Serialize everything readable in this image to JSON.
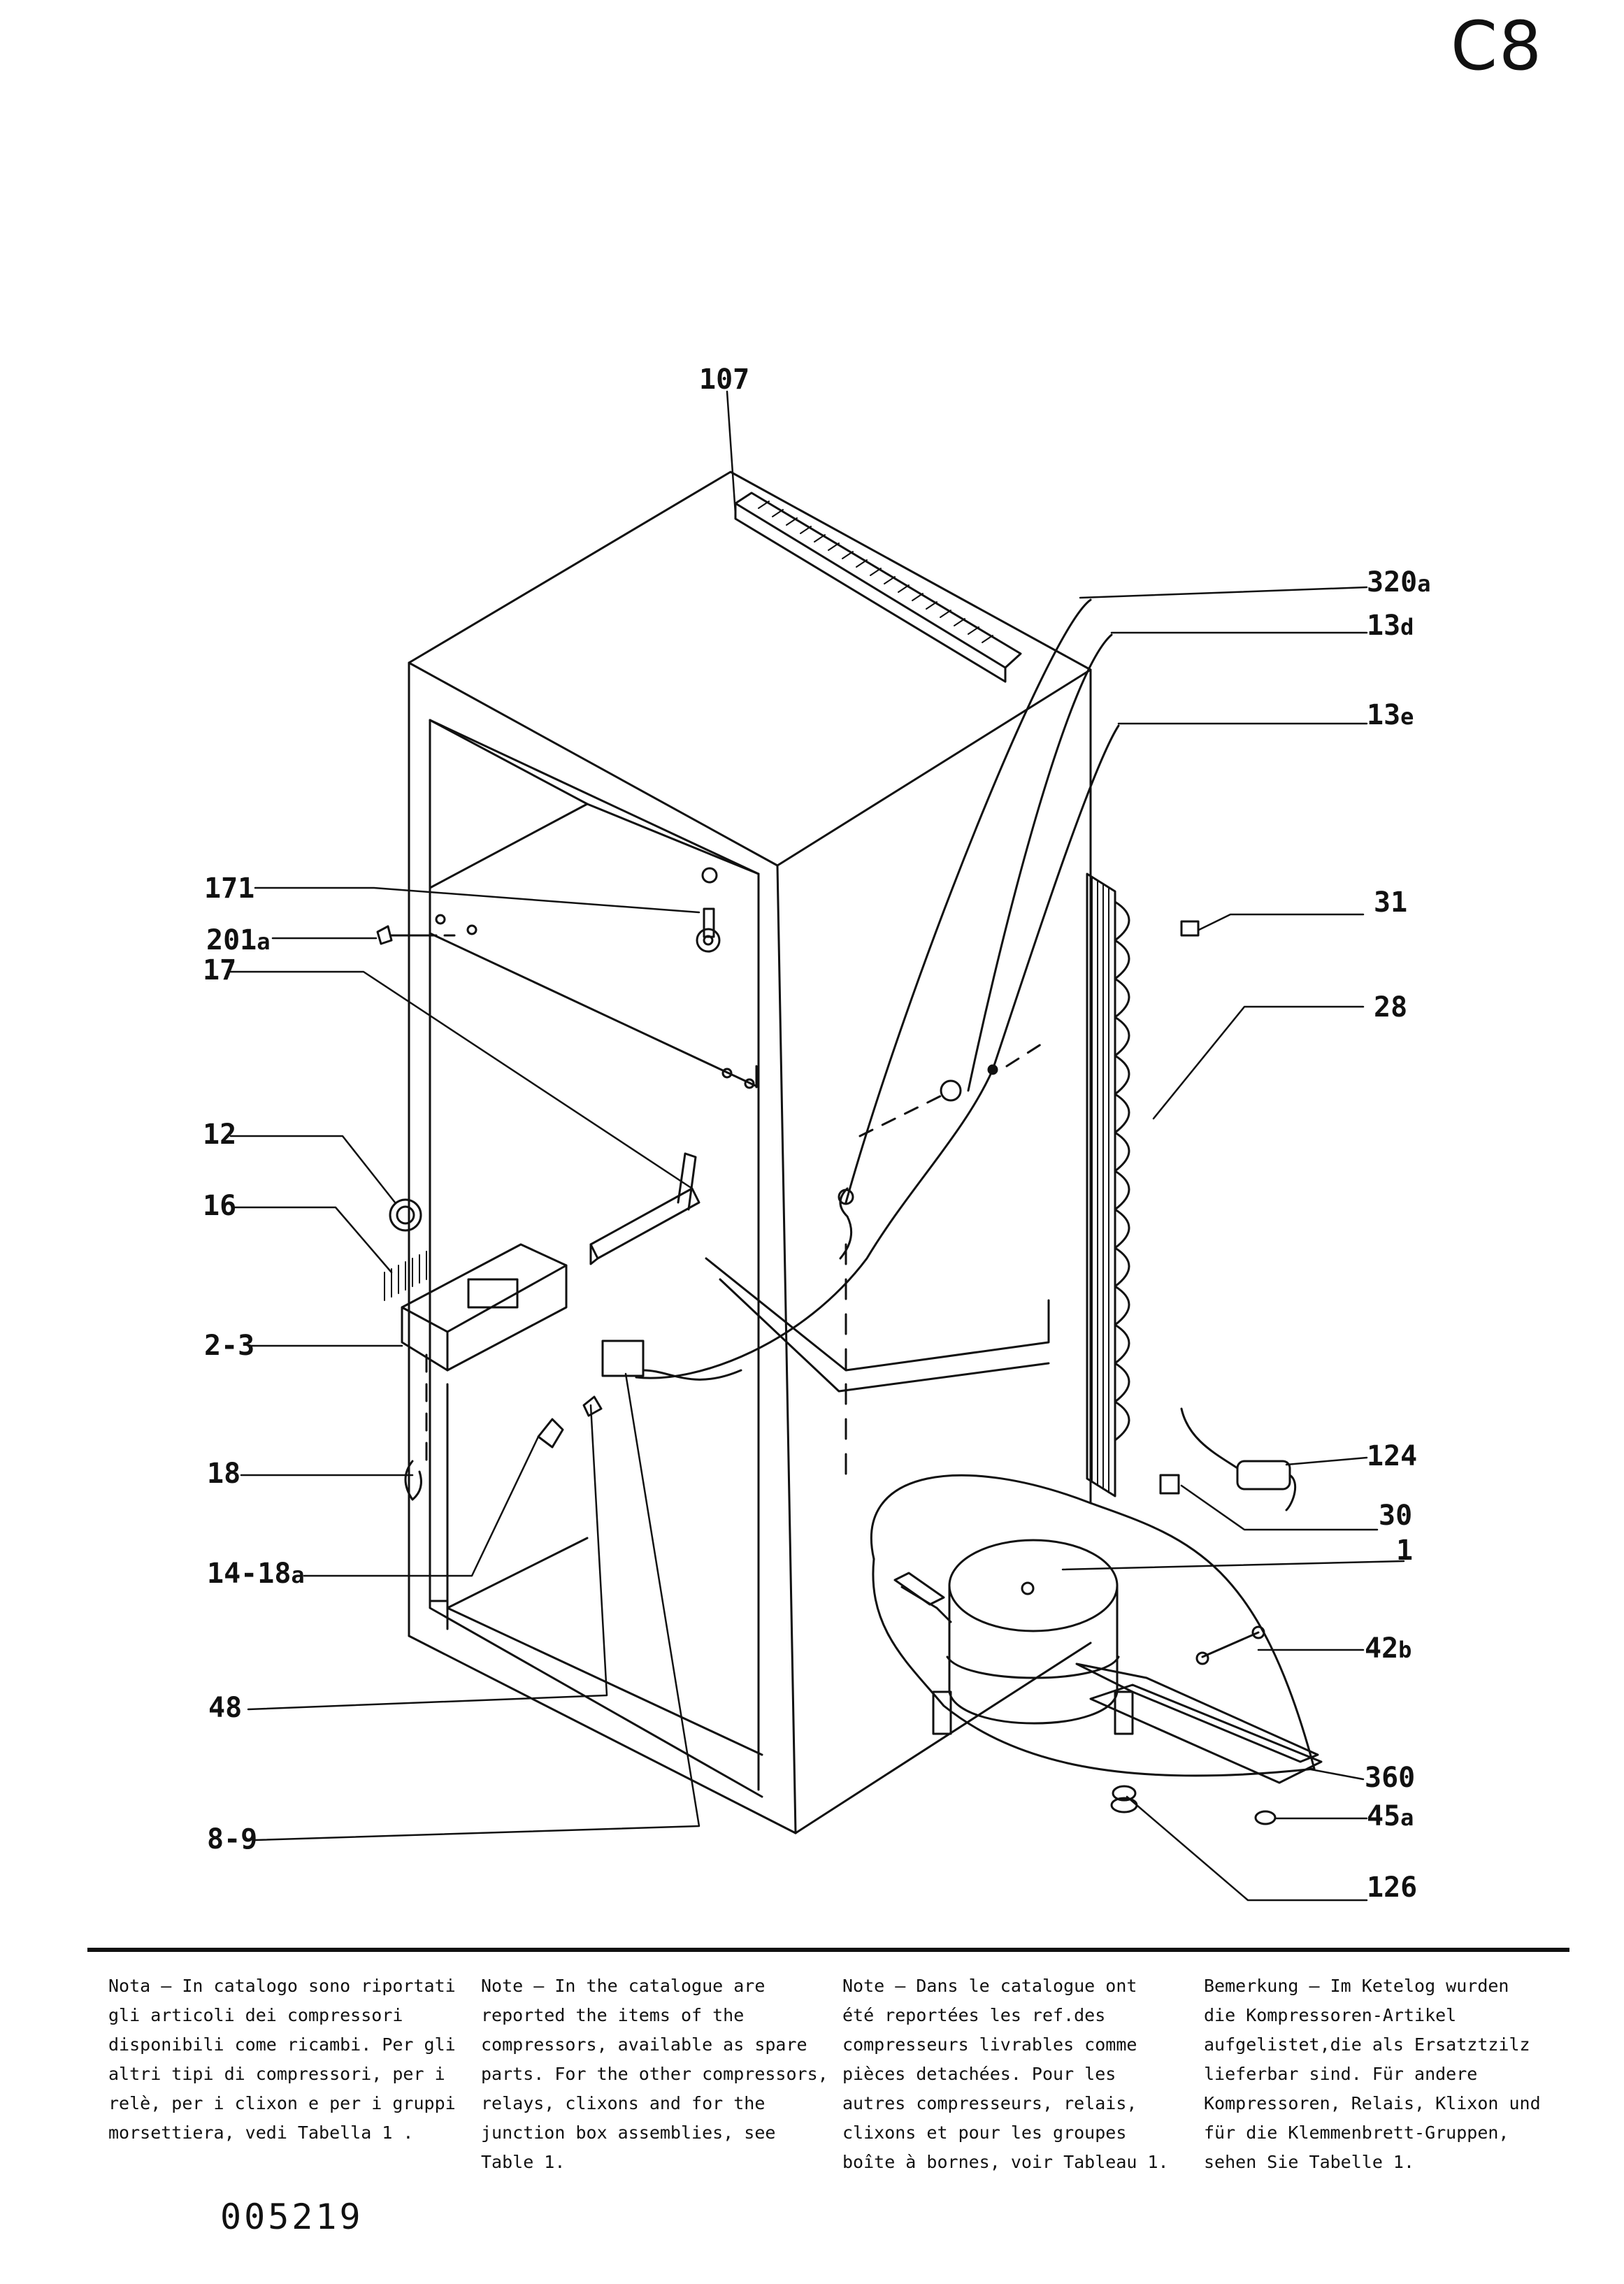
{
  "page_code": "C8",
  "part_labels": {
    "p107": "107",
    "p320a": "320",
    "p320a_suffix": "a",
    "p13d": "13",
    "p13d_suffix": "d",
    "p13e": "13",
    "p13e_suffix": "e",
    "p171": "171",
    "p201a": "201",
    "p201a_suffix": "a",
    "p31": "31",
    "p28": "28",
    "p17": "17",
    "p12": "12",
    "p16": "16",
    "p2_3": "2-3",
    "p18": "18",
    "p14_18a": "14-18",
    "p14_18a_suffix": "a",
    "p48": "48",
    "p8_9": "8-9",
    "p124": "124",
    "p30": "30",
    "p1": "1",
    "p42b": "42",
    "p42b_suffix": "b",
    "p360": "360",
    "p45a": "45",
    "p45a_suffix": "a",
    "p126": "126"
  },
  "notes": {
    "italian": "Nota – In catalogo sono riportati gli articoli dei compressori disponibili come ricambi. Per gli altri tipi di compressori, per i relè, per i clixon e per i gruppi morsettiera, vedi Tabella 1 .",
    "english": "Note – In the catalogue are reported the items of the compressors, available as spare parts. For the other compressors, relays, clixons and for the junction box assemblies, see Table 1.",
    "french": "Note – Dans le catalogue ont été reportées les ref.des compresseurs livrables comme pièces detachées. Pour les autres compresseurs, relais, clixons et pour les groupes boîte à bornes, voir Tableau 1.",
    "german": "Bemerkung – Im Ketelog wurden die Kompressoren-Artikel aufgelistet,die als Ersatztzilz lieferbar sind. Für andere Kompressoren, Relais, Klixon und für die Klemmenbrett-Gruppen, sehen Sie Tabelle 1."
  },
  "doc_number": "005219"
}
